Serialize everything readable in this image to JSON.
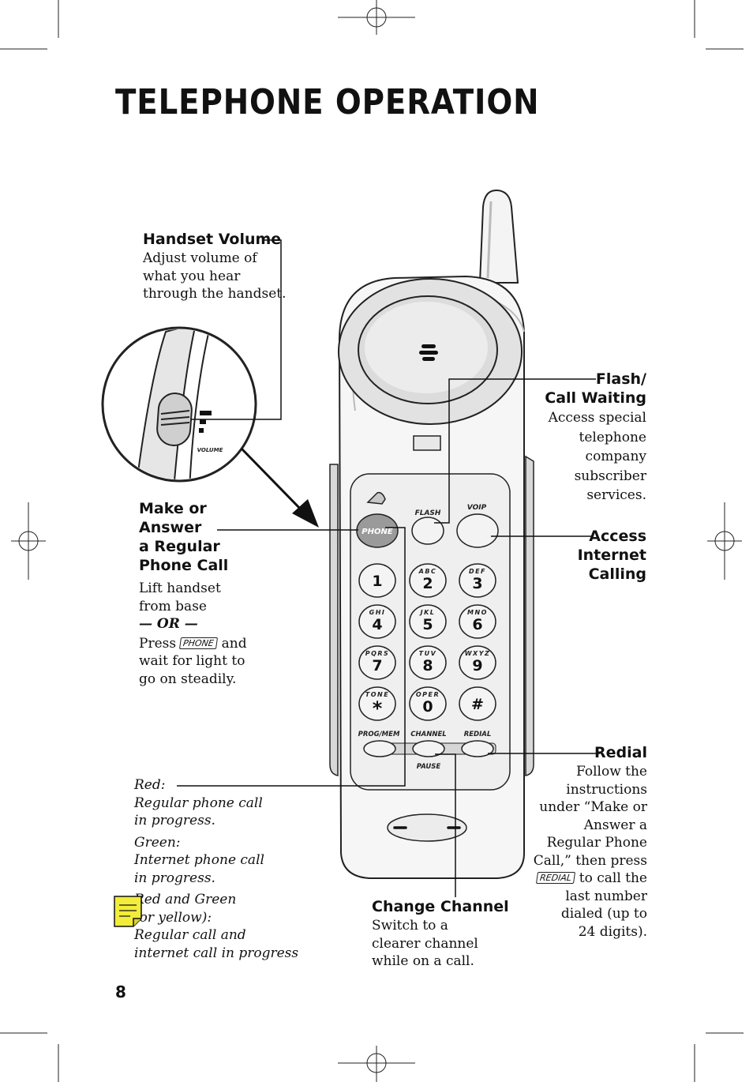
{
  "page": {
    "title": "TELEPHONE OPERATION",
    "page_number": "8"
  },
  "handset_volume": {
    "heading": "Handset Volume",
    "lines": [
      "Adjust volume of",
      "what you hear",
      "through the handset."
    ],
    "inset_label": "VOLUME"
  },
  "make_answer": {
    "heading_lines": [
      "Make or Answer",
      "a Regular",
      "Phone Call"
    ],
    "lines": [
      "Lift handset",
      "from base"
    ],
    "or_text": "— OR —",
    "press_prefix": "Press",
    "press_key": "PHONE",
    "press_suffix": "and",
    "lines_after": [
      "wait for light to",
      "go on steadily."
    ]
  },
  "flash": {
    "heading_lines": [
      "Flash/",
      "Call Waiting"
    ],
    "lines": [
      "Access special",
      "telephone",
      "company",
      "subscriber",
      "services."
    ]
  },
  "access": {
    "heading_lines": [
      "Access",
      "Internet",
      "Calling"
    ]
  },
  "redial": {
    "heading": "Redial",
    "lines_before": [
      "Follow the",
      "instructions",
      "under “Make or",
      "Answer a",
      "Regular Phone",
      "Call,” then press"
    ],
    "key": "REDIAL",
    "key_suffix": "to call the",
    "lines_after": [
      "last number",
      "dialed (up to",
      "24 digits)."
    ]
  },
  "indicator": {
    "lines": [
      "Red:",
      "Regular phone call",
      "in progress.",
      "Green:",
      "Internet phone call",
      "in progress.",
      "Red and Green",
      "(or yellow):",
      "Regular call and",
      "internet call in progress"
    ]
  },
  "change_channel": {
    "heading": "Change Channel",
    "lines": [
      "Switch to a",
      "clearer channel",
      "while on a call."
    ]
  },
  "handset": {
    "phone_label": "PHONE",
    "flash_label": "FLASH",
    "voip_label": "VOIP",
    "prog_label": "PROG/MEM",
    "channel_label": "CHANNEL",
    "redial_label": "REDIAL",
    "pause_label": "PAUSE",
    "keys": [
      {
        "digit": "1",
        "letters": ""
      },
      {
        "digit": "2",
        "letters": "ABC"
      },
      {
        "digit": "3",
        "letters": "DEF"
      },
      {
        "digit": "4",
        "letters": "GHI"
      },
      {
        "digit": "5",
        "letters": "JKL"
      },
      {
        "digit": "6",
        "letters": "MNO"
      },
      {
        "digit": "7",
        "letters": "PQRS"
      },
      {
        "digit": "8",
        "letters": "TUV"
      },
      {
        "digit": "9",
        "letters": "WXYZ"
      },
      {
        "digit": "*",
        "letters": "TONE"
      },
      {
        "digit": "0",
        "letters": "OPER"
      },
      {
        "digit": "#",
        "letters": ""
      }
    ]
  }
}
